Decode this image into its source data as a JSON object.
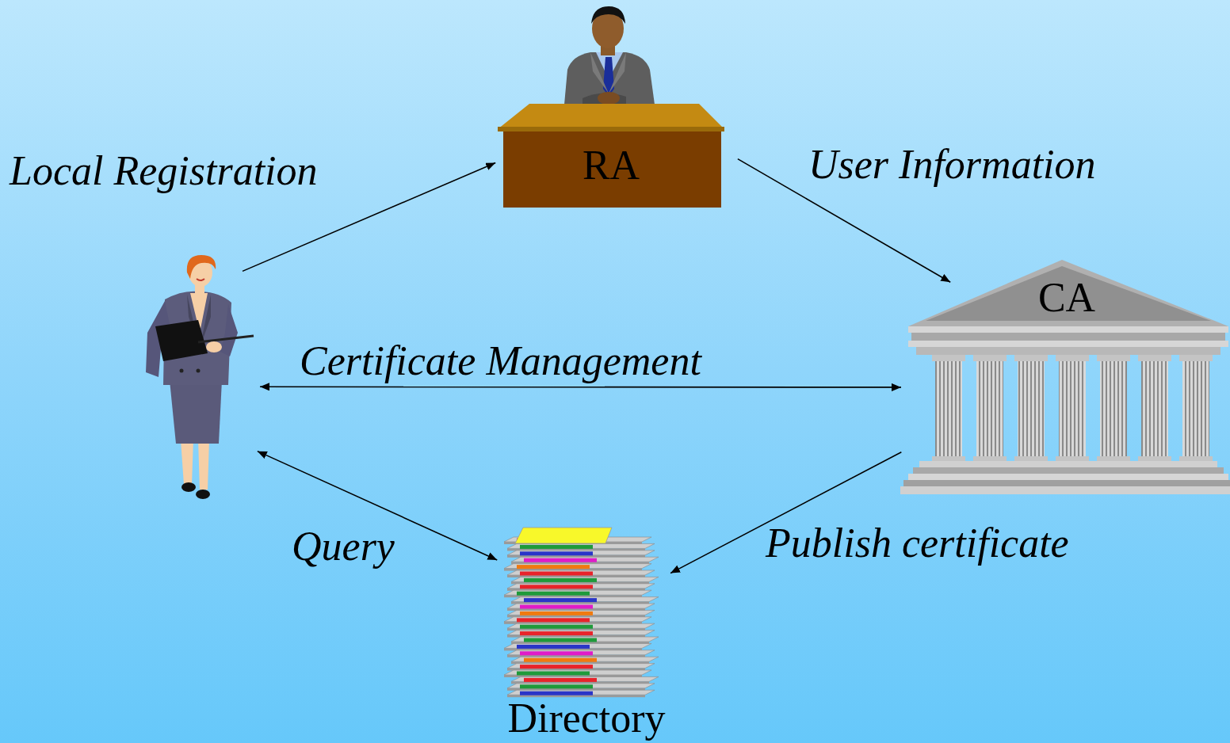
{
  "diagram": {
    "nodes": [
      {
        "text": [
          "RA"
        ]
      },
      {
        "text": []
      },
      {
        "text": [
          "CA"
        ]
      },
      {
        "text": [
          "Directory"
        ]
      }
    ],
    "edges": [
      {
        "from": 1,
        "to": 0,
        "label": "Local Registration",
        "arrow": "to"
      },
      {
        "from": 0,
        "to": 2,
        "label": "User Information",
        "arrow": "to"
      },
      {
        "from": 1,
        "to": 2,
        "label": "Certificate Management",
        "arrow": "both"
      },
      {
        "from": 1,
        "to": 3,
        "label": "Query",
        "arrow": "both"
      },
      {
        "from": 2,
        "to": 3,
        "label": "Publish certificate",
        "arrow": "to"
      }
    ]
  }
}
